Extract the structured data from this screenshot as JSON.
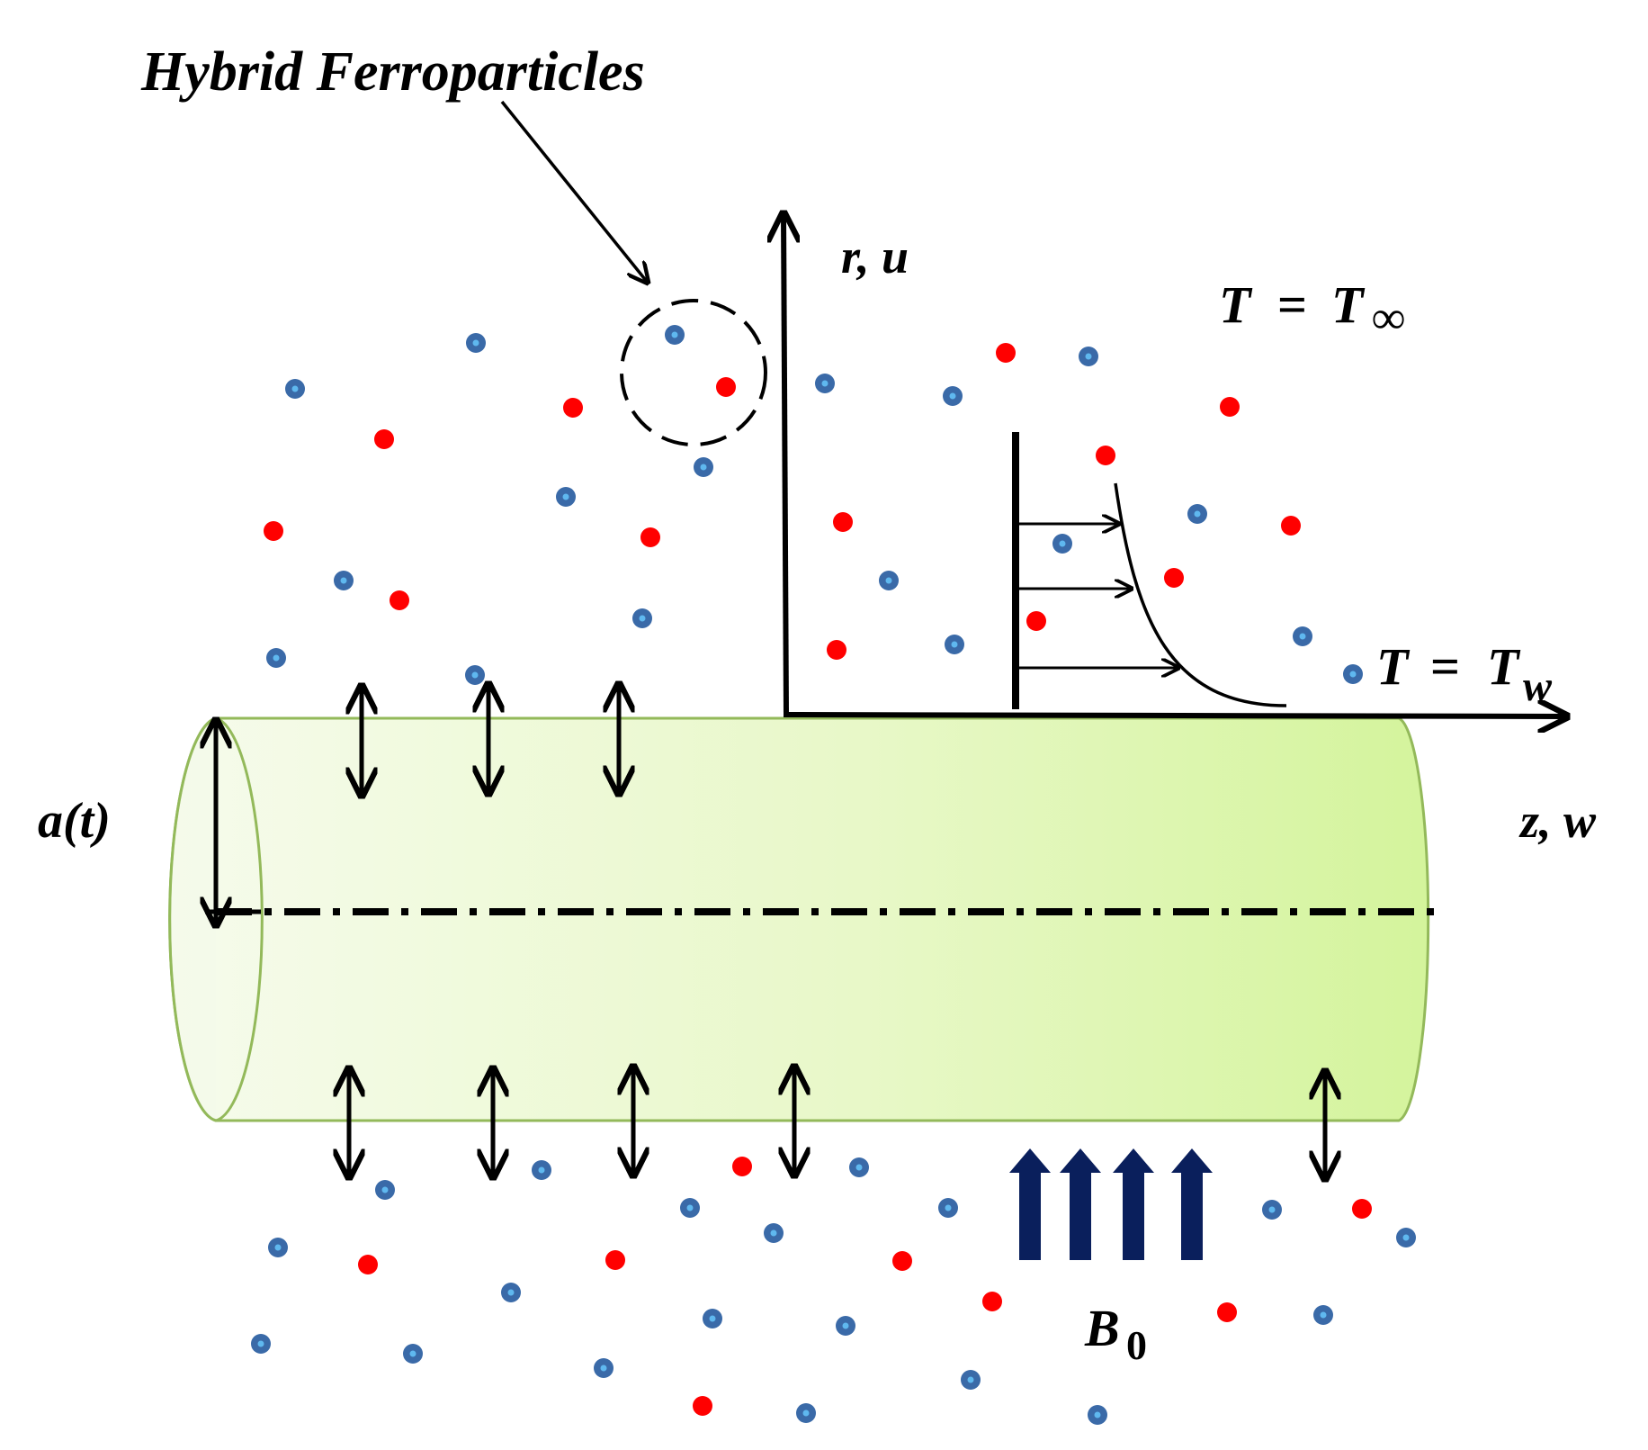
{
  "labels": {
    "title": "Hybrid Ferroparticles",
    "radial_axis": "r, u",
    "axial_axis": "z, w",
    "radius": "a(t)",
    "ambient_temp": {
      "lhs": "T",
      "op": "=",
      "rhs": "T",
      "sub": "∞"
    },
    "wall_temp": {
      "lhs": "T",
      "op": "=",
      "rhs": "T",
      "sub": "w"
    },
    "magnetic_field": {
      "base": "B",
      "sub": "0"
    }
  },
  "colors": {
    "red_particle": "#ff0000",
    "blue_particle": "#3a6aa8",
    "blue_particle_core": "#5fb8ef",
    "cylinder_light": "#f6fbec",
    "cylinder_dark": "#d4f49c",
    "cylinder_stroke": "#93b95a",
    "field_arrows": "#0a1f5c",
    "ink": "#000000"
  }
}
